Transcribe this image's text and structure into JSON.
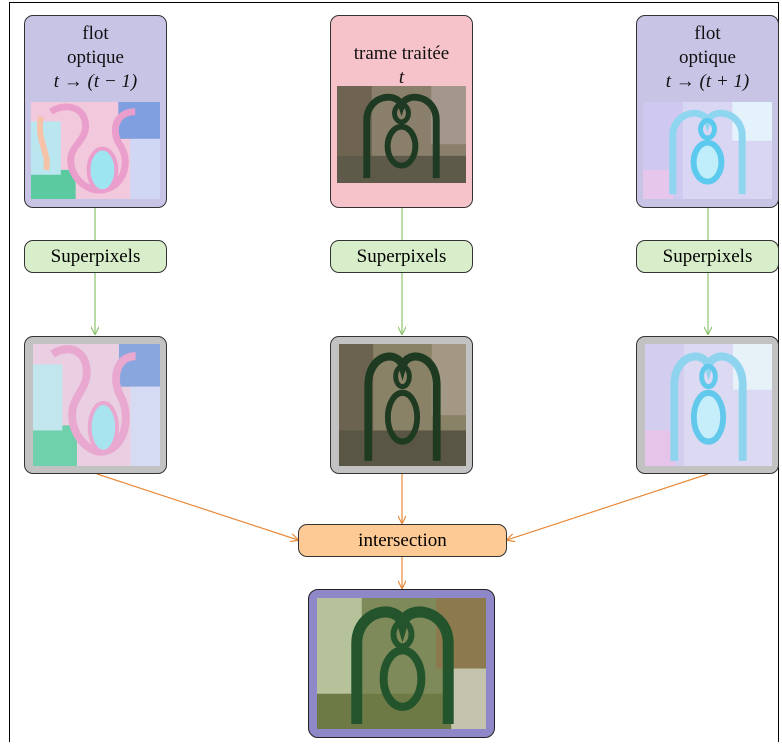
{
  "nodes": {
    "left_source": {
      "line1": "flot",
      "line2": "optique",
      "line3": "t → (t − 1)"
    },
    "center_source": {
      "line1": "trame traitée",
      "line2": "t"
    },
    "right_source": {
      "line1": "flot",
      "line2": "optique",
      "line3": "t → (t + 1)"
    },
    "superpixels_left": "Superpixels",
    "superpixels_center": "Superpixels",
    "superpixels_right": "Superpixels",
    "intersection": "intersection"
  },
  "colors": {
    "optical_flow_box": "#c8c4e6",
    "frame_box": "#f5c3c9",
    "superpixels_box": "#d8edc9",
    "intersection_box": "#fdc994",
    "segmented_box": "#c2c2c2",
    "result_box": "#8f88c8",
    "green_arrow": "#8cc46c",
    "orange_arrow": "#e8893a"
  }
}
